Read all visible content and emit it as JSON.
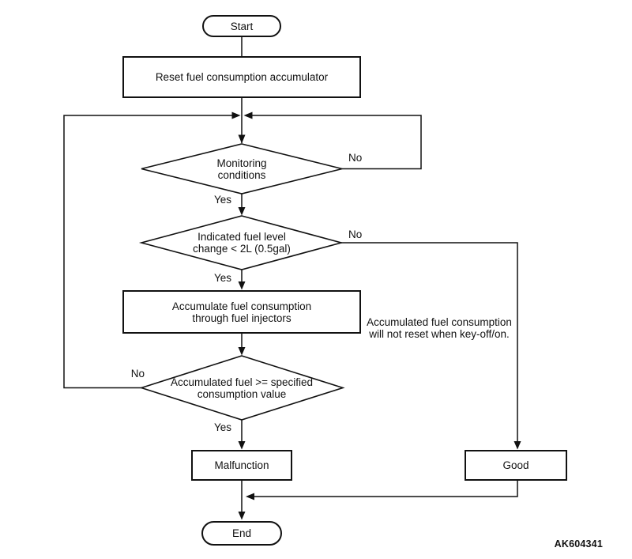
{
  "colors": {
    "line": "#111111",
    "background": "#ffffff"
  },
  "figure_code": "AK604341",
  "nodes": {
    "start": {
      "label": "Start"
    },
    "reset": {
      "label": "Reset fuel consumption accumulator"
    },
    "monitoring": {
      "lines": [
        "Monitoring",
        "conditions"
      ]
    },
    "fuel_level": {
      "lines": [
        "Indicated fuel level",
        "change < 2L (0.5gal)"
      ]
    },
    "accumulate": {
      "lines": [
        "Accumulate fuel consumption",
        "through fuel injectors"
      ]
    },
    "threshold": {
      "lines": [
        "Accumulated fuel >= specified",
        "consumption value"
      ]
    },
    "malfunction": {
      "label": "Malfunction"
    },
    "good": {
      "label": "Good"
    },
    "end": {
      "label": "End"
    }
  },
  "edge_labels": {
    "monitoring_no": "No",
    "monitoring_yes": "Yes",
    "fuel_level_no": "No",
    "fuel_level_yes": "Yes",
    "threshold_no": "No",
    "threshold_yes": "Yes"
  },
  "note": {
    "lines": [
      "Accumulated fuel consumption",
      "will not reset when key-off/on."
    ]
  }
}
